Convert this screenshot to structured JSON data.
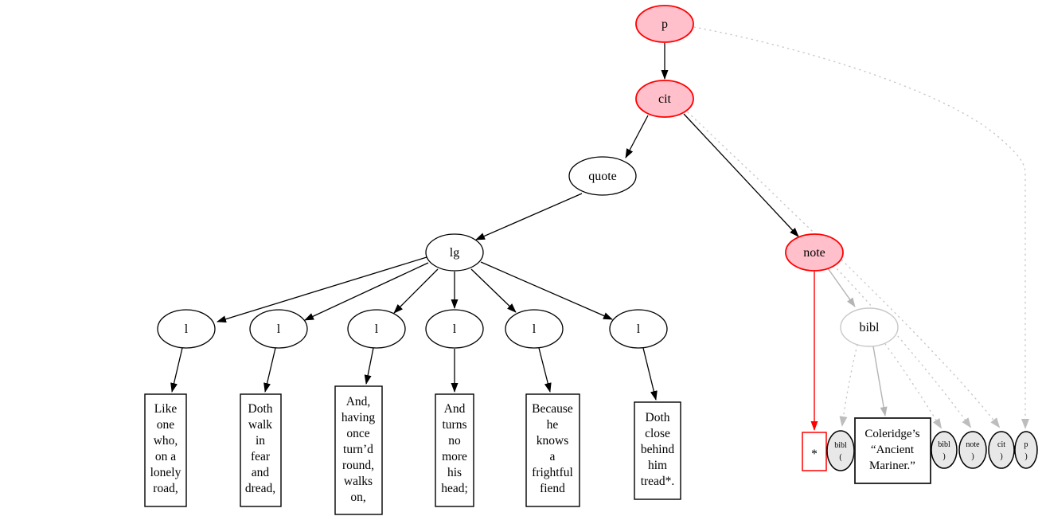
{
  "diagram": {
    "kind": "xml-tree-graph",
    "colors": {
      "highlight_fill": "#ffc0cb",
      "highlight_stroke": "#ff0000",
      "default_stroke": "#000000",
      "muted_stroke": "#c8c8c8",
      "muted_edge": "#b4b4b4",
      "dotted_edge": "#c9c9c9",
      "milestone_fill": "#e8e8e8",
      "background": "#ffffff"
    },
    "nodes": {
      "p": {
        "label": "p"
      },
      "cit": {
        "label": "cit"
      },
      "quote": {
        "label": "quote"
      },
      "lg": {
        "label": "lg"
      },
      "l": {
        "label": "l"
      },
      "note": {
        "label": "note"
      },
      "bibl": {
        "label": "bibl"
      },
      "asterisk": {
        "label": "*"
      },
      "bibl_open": {
        "lines": [
          "bibl",
          "("
        ]
      },
      "bibl_close": {
        "lines": [
          "bibl",
          ")"
        ]
      },
      "note_close": {
        "lines": [
          "note",
          ")"
        ]
      },
      "cit_close": {
        "lines": [
          "cit",
          ")"
        ]
      },
      "p_close": {
        "lines": [
          "p",
          ")"
        ]
      }
    },
    "verses": {
      "v1": {
        "lines": [
          "Like",
          "one",
          "who,",
          "on a",
          "lonely",
          "road,"
        ]
      },
      "v2": {
        "lines": [
          "Doth",
          "walk",
          "in",
          "fear",
          "and",
          "dread,"
        ]
      },
      "v3": {
        "lines": [
          "And,",
          "having",
          "once",
          "turn’d",
          "round,",
          "walks",
          "on,"
        ]
      },
      "v4": {
        "lines": [
          "And",
          "turns",
          "no",
          "more",
          "his",
          "head;"
        ]
      },
      "v5": {
        "lines": [
          "Because",
          "he",
          "knows",
          "a",
          "frightful",
          "fiend"
        ]
      },
      "v6": {
        "lines": [
          "Doth",
          "close",
          "behind",
          "him",
          "tread*."
        ]
      }
    },
    "reference": {
      "lines": [
        "Coleridge’s",
        "“Ancient",
        "Mariner.”"
      ]
    }
  }
}
